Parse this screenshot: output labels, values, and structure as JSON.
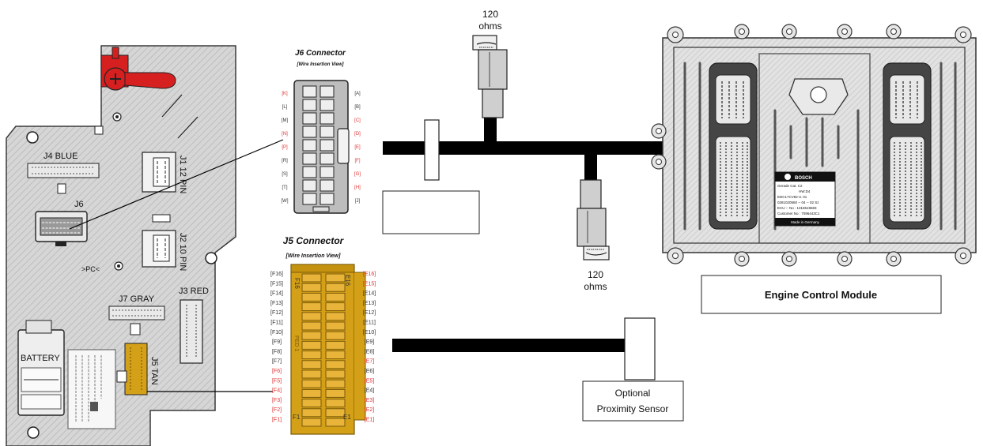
{
  "colors": {
    "panel_fill": "#d9d9d9",
    "panel_stroke": "#3a3a3a",
    "connector_gold": "#d4a017",
    "cable": "#000000",
    "pin_label_red": "#e03030",
    "pin_label_black": "#333333",
    "ecm_fill": "#dcdcdc",
    "ecm_dark": "#454545",
    "terminator_fill": "#cfcfcf"
  },
  "board": {
    "j4_label": "J4 BLUE",
    "j6_label": "J6",
    "j1_label": "J1 12 PIN",
    "j2_label": "J2 10 PIN",
    "pc_label": ">PC<",
    "j7_label": "J7 GRAY",
    "j3_label": "J3 RED",
    "j5_label": "J5 TAN",
    "battery_label": "BATTERY"
  },
  "j6": {
    "title": "J6 Connector",
    "subtitle": "[Wire Insertion View]",
    "left_pins": [
      {
        "label": "[K]",
        "red": true
      },
      {
        "label": "[L]",
        "red": false
      },
      {
        "label": "[M]",
        "red": false
      },
      {
        "label": "[N]",
        "red": true
      },
      {
        "label": "[P]",
        "red": true
      },
      {
        "label": "[R]",
        "red": false
      },
      {
        "label": "[S]",
        "red": false
      },
      {
        "label": "[T]",
        "red": false
      },
      {
        "label": "[W]",
        "red": false
      }
    ],
    "right_pins": [
      {
        "label": "[A]",
        "red": false
      },
      {
        "label": "[B]",
        "red": false
      },
      {
        "label": "[C]",
        "red": true
      },
      {
        "label": "[D]",
        "red": true
      },
      {
        "label": "[E]",
        "red": true
      },
      {
        "label": "[F]",
        "red": true
      },
      {
        "label": "[G]",
        "red": true
      },
      {
        "label": "[H]",
        "red": true
      },
      {
        "label": "[J]",
        "red": false
      }
    ]
  },
  "j5": {
    "title": "J5 Connector",
    "subtitle": "[Wire Insertion View]",
    "body_labels": {
      "f16": "F16",
      "e16": "E16",
      "f1": "F1",
      "e1": "E1",
      "ped": "PED 1"
    },
    "left_pins": [
      {
        "label": "[F16]",
        "red": false
      },
      {
        "label": "[F15]",
        "red": false
      },
      {
        "label": "[F14]",
        "red": false
      },
      {
        "label": "[F13]",
        "red": false
      },
      {
        "label": "[F12]",
        "red": false
      },
      {
        "label": "[F11]",
        "red": false
      },
      {
        "label": "[F10]",
        "red": false
      },
      {
        "label": "[F9]",
        "red": false
      },
      {
        "label": "[F8]",
        "red": false
      },
      {
        "label": "[F7]",
        "red": false
      },
      {
        "label": "[F6]",
        "red": true
      },
      {
        "label": "[F5]",
        "red": true
      },
      {
        "label": "[F4]",
        "red": true
      },
      {
        "label": "[F3]",
        "red": true
      },
      {
        "label": "[F2]",
        "red": true
      },
      {
        "label": "[F1]",
        "red": true
      }
    ],
    "right_pins": [
      {
        "label": "[E16]",
        "red": true
      },
      {
        "label": "[E15]",
        "red": true
      },
      {
        "label": "[E14]",
        "red": false
      },
      {
        "label": "[E13]",
        "red": false
      },
      {
        "label": "[E12]",
        "red": false
      },
      {
        "label": "[E11]",
        "red": false
      },
      {
        "label": "[E10]",
        "red": false
      },
      {
        "label": "[E9]",
        "red": false
      },
      {
        "label": "[E8]",
        "red": false
      },
      {
        "label": "[E7]",
        "red": true
      },
      {
        "label": "[E6]",
        "red": false
      },
      {
        "label": "[E5]",
        "red": true
      },
      {
        "label": "[E4]",
        "red": false
      },
      {
        "label": "[E3]",
        "red": true
      },
      {
        "label": "[E2]",
        "red": true
      },
      {
        "label": "[E1]",
        "red": true
      }
    ]
  },
  "terminator_top": {
    "line1": "120",
    "line2": "ohms"
  },
  "terminator_bottom": {
    "line1": "120",
    "line2": "ohms"
  },
  "ecm": {
    "label": "Engine Control Module",
    "plate": {
      "brand": "BOSCH",
      "line1": "Gerade  Cat. C2",
      "line2": "HW:D4",
      "line3": "EDC17CV82-3. 01",
      "line4": "0281020560 -- 04 -- 02  Sz",
      "line5": "ECU -- No : 1315519683",
      "line6": "Customer No :  7096443C1",
      "line7": "Made in Germany"
    }
  },
  "sensor": {
    "line1": "Optional",
    "line2": "Proximity Sensor"
  }
}
